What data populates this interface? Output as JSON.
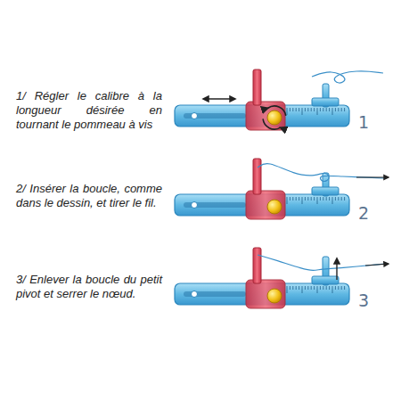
{
  "diagram": {
    "labels": [
      "1/ Régler le calibre à la longueur désirée en tournant le pommeau à vis",
      "1",
      "2/ Insérer la boucle, comme dans le dessin, et tirer le fil.",
      "2",
      "3/ Enlever la boucle du petit pivot et serrer le nœud.",
      "3"
    ]
  }
}
